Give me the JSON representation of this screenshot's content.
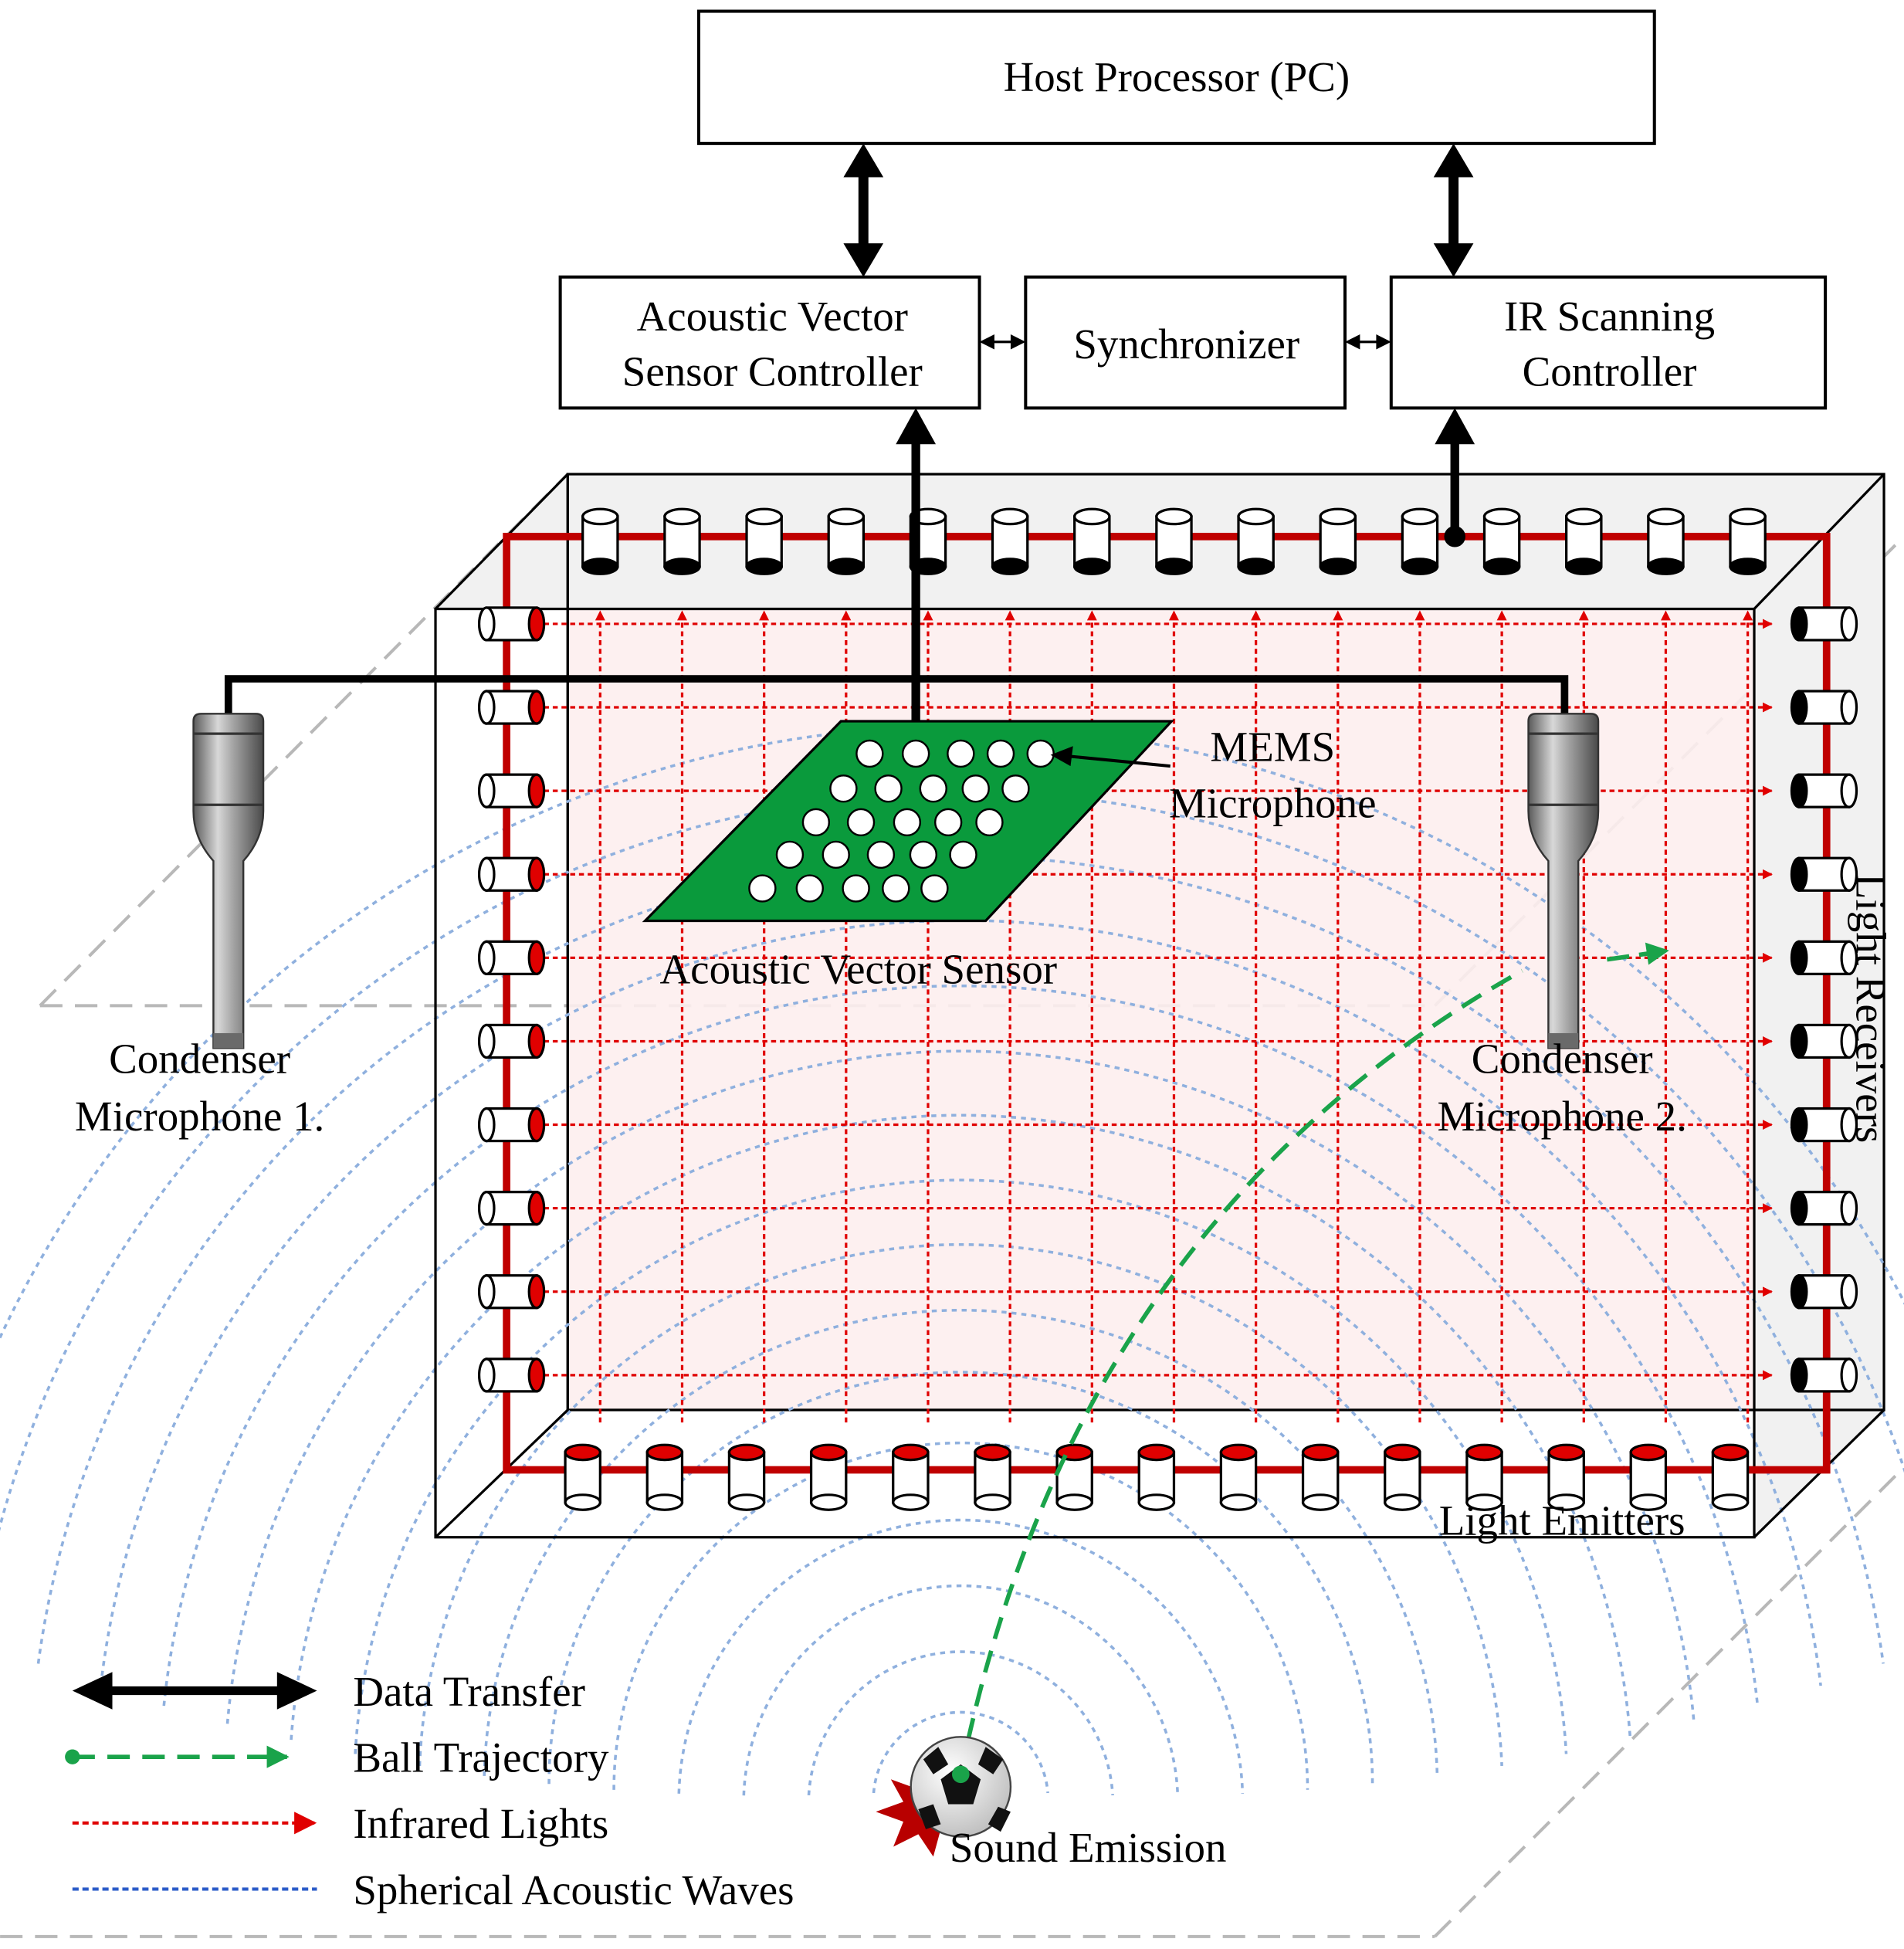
{
  "blocks": {
    "host": "Host Processor (PC)",
    "avs_controller_line1": "Acoustic Vector",
    "avs_controller_line2": "Sensor Controller",
    "synchronizer": "Synchronizer",
    "ir_controller_line1": "IR Scanning",
    "ir_controller_line2": "Controller"
  },
  "labels": {
    "mems_line1": "MEMS",
    "mems_line2": "Microphone",
    "avs": "Acoustic Vector Sensor",
    "mic1_line1": "Condenser",
    "mic1_line2": "Microphone 1.",
    "mic2_line1": "Condenser",
    "mic2_line2": "Microphone 2.",
    "light_receivers": "Light Receivers",
    "light_emitters": "Light Emitters",
    "sound_emission": "Sound Emission"
  },
  "legend": [
    {
      "label": "Data Transfer"
    },
    {
      "label": "Ball Trajectory"
    },
    {
      "label": "Infrared Lights"
    },
    {
      "label": "Spherical Acoustic Waves"
    }
  ],
  "colors": {
    "ir_red": "#e00000",
    "frame_red": "#c00000",
    "trajectory_green": "#1aa34a",
    "pcb_green": "#0a9a3c",
    "wave_blue": "#8fb0de",
    "legend_wave_blue": "#2a5bc8",
    "floor_gray": "#b8b8b8",
    "star_red": "#b80000"
  },
  "icons": {
    "ball": "soccer-ball-icon",
    "burst": "sound-burst-icon",
    "microphone": "condenser-microphone-icon"
  }
}
